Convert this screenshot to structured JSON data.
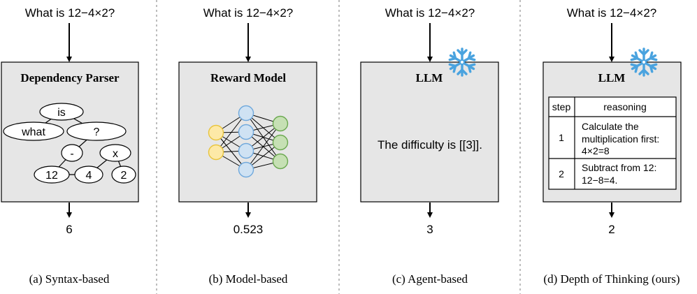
{
  "colors": {
    "box_fill": "#e6e6e6",
    "box_stroke": "#000000",
    "divider": "#bdbdbd",
    "input_node_fill": "#fde9a7",
    "input_node_stroke": "#e8c43c",
    "hidden_node_fill": "#cfe2f3",
    "hidden_node_stroke": "#6fa8dc",
    "output_node_fill": "#c6e0b4",
    "output_node_stroke": "#6aa84f",
    "snowflake": "#4aa3df"
  },
  "panels": [
    {
      "question": "What is 12−4×2?",
      "box_title": "Dependency Parser",
      "output": "6",
      "caption": "(a) Syntax-based",
      "tree_nodes": [
        "is",
        "what",
        "?",
        "-",
        "x",
        "12",
        "4",
        "2"
      ]
    },
    {
      "question": "What is 12−4×2?",
      "box_title": "Reward Model",
      "output": "0.523",
      "caption": "(b) Model-based",
      "network": {
        "input_nodes": 2,
        "hidden_nodes": 4,
        "output_nodes": 3
      }
    },
    {
      "question": "What is 12−4×2?",
      "box_title": "LLM",
      "body_text": "The difficulty is [[3]].",
      "output": "3",
      "caption": "(c) Agent-based",
      "icon": "snowflake-icon"
    },
    {
      "question": "What is 12−4×2?",
      "box_title": "LLM",
      "output": "2",
      "caption": "(d) Depth of Thinking (ours)",
      "icon": "snowflake-icon",
      "table": {
        "headers": [
          "step",
          "reasoning"
        ],
        "rows": [
          {
            "step": "1",
            "reasoning": [
              "Calculate the",
              "multiplication first:",
              "4×2=8"
            ]
          },
          {
            "step": "2",
            "reasoning": [
              "Subtract from 12:",
              "12−8=4."
            ]
          }
        ]
      }
    }
  ]
}
